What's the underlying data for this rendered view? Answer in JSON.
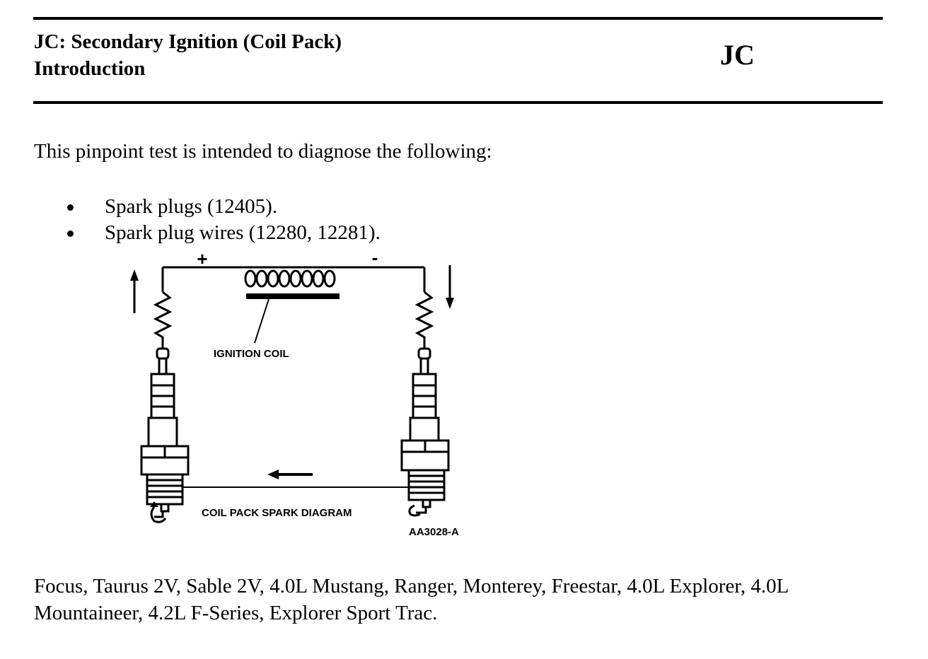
{
  "header": {
    "title_line1": "JC: Secondary Ignition (Coil Pack)",
    "title_line2": "Introduction",
    "code": "JC"
  },
  "intro": "This pinpoint test is intended to diagnose the following:",
  "items": [
    "Spark plugs (12405).",
    "Spark plug wires (12280, 12281)."
  ],
  "diagram": {
    "plus_sign": "+",
    "minus_sign": "-",
    "coil_label": "IGNITION COIL",
    "caption": "COIL PACK SPARK DIAGRAM",
    "figure_id": "AA3028-A"
  },
  "vehicles": "Focus, Taurus 2V, Sable 2V, 4.0L Mustang, Ranger, Monterey, Freestar, 4.0L Explorer, 4.0L Mountaineer, 4.2L F-Series, Explorer Sport Trac."
}
